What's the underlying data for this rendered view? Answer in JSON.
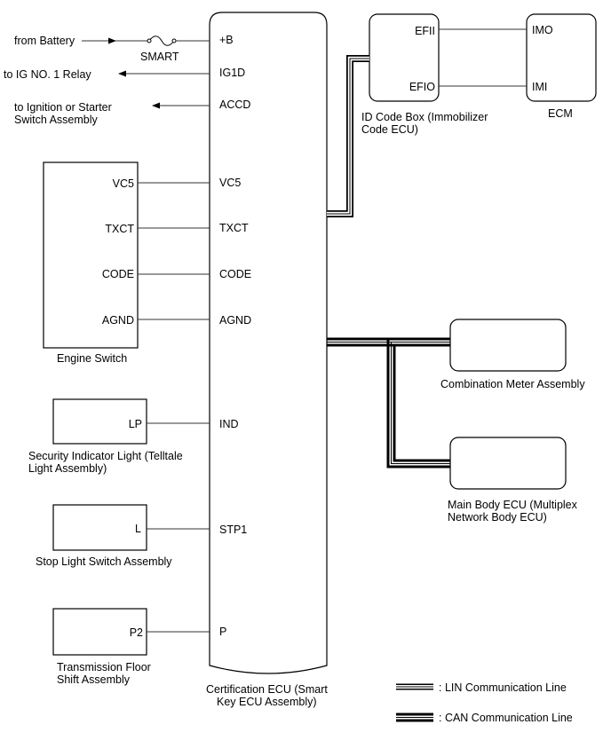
{
  "ecu": {
    "name_line1": "Certification ECU (Smart",
    "name_line2": "Key ECU Assembly)",
    "pins": {
      "b": "+B",
      "ig1d": "IG1D",
      "accd": "ACCD",
      "vc5": "VC5",
      "txct": "TXCT",
      "code": "CODE",
      "agnd": "AGND",
      "ind": "IND",
      "stp1": "STP1",
      "p": "P"
    }
  },
  "external": {
    "from_battery": "from Battery",
    "fuse": "SMART",
    "to_ig_relay": "to IG NO. 1 Relay",
    "to_ignition_line1": "to Ignition or Starter",
    "to_ignition_line2": "Switch Assembly"
  },
  "engine_switch": {
    "name": "Engine Switch",
    "pins": {
      "vc5": "VC5",
      "txct": "TXCT",
      "code": "CODE",
      "agnd": "AGND"
    }
  },
  "security_indicator": {
    "name_line1": "Security Indicator Light (Telltale",
    "name_line2": "Light Assembly)",
    "pin": "LP"
  },
  "stop_light_switch": {
    "name": "Stop Light Switch Assembly",
    "pin": "L"
  },
  "shift_assembly": {
    "name_line1": "Transmission Floor",
    "name_line2": "Shift Assembly",
    "pin": "P2"
  },
  "id_code_box": {
    "name_line1": "ID Code Box (Immobilizer",
    "name_line2": "Code ECU)",
    "pins": {
      "efii": "EFII",
      "efio": "EFIO"
    }
  },
  "ecm": {
    "name": "ECM",
    "pins": {
      "imo": "IMO",
      "imi": "IMI"
    }
  },
  "combination_meter": {
    "name": "Combination Meter Assembly"
  },
  "main_body_ecu": {
    "name_line1": "Main Body ECU (Multiplex",
    "name_line2": "Network Body ECU)"
  },
  "legend": {
    "lin": ": LIN Communication Line",
    "can": ": CAN Communication Line"
  }
}
